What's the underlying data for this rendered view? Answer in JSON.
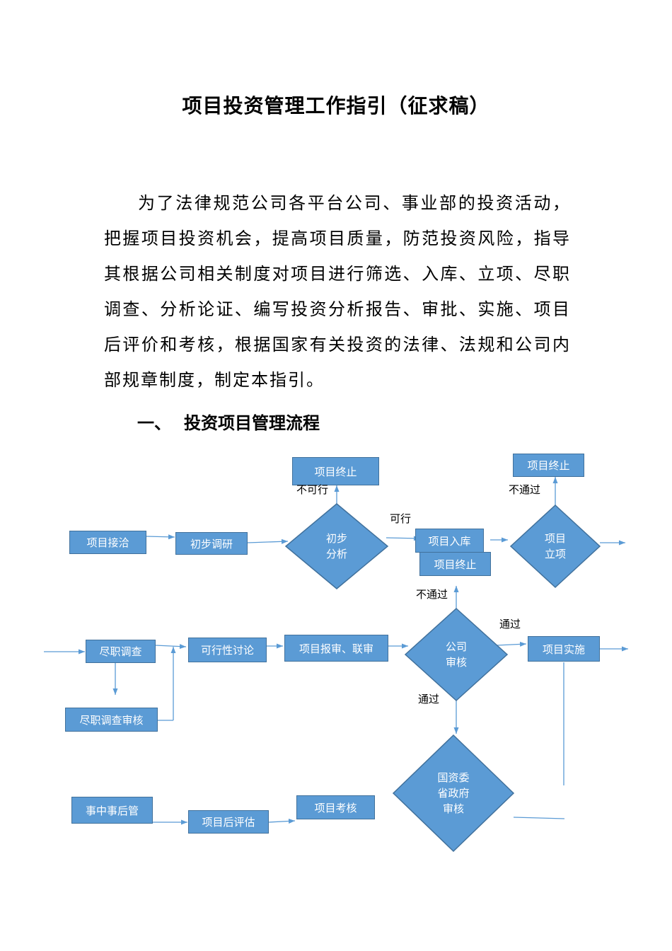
{
  "document": {
    "title": "项目投资管理工作指引（征求稿）",
    "paragraph": "为了法律规范公司各平台公司、事业部的投资活动，把握项目投资机会，提高项目质量，防范投资风险，指导其根据公司相关制度对项目进行筛选、入库、立项、尽职调查、分析论证、编写投资分析报告、审批、实施、项目后评价和考核，根据国家有关投资的法律、法规和公司内部规章制度，制定本指引。",
    "section_number": "一、",
    "section_title": "投资项目管理流程"
  },
  "colors": {
    "box_fill": "#5b9bd5",
    "box_border": "#41719c",
    "line": "#5b9bd5"
  },
  "flowchart": {
    "boxes": {
      "xiangmu_jieqia": "项目接洽",
      "chubu_diaoyan": "初步调研",
      "zhongzhi_top": "项目终止",
      "xiangmu_ruku": "项目入库",
      "zhongzhi_mid": "项目终止",
      "zhongzhi_right": "项目终止",
      "jinzhi_diaocha": "尽职调查",
      "jinzhi_shenhe": "尽职调查审核",
      "kexing_taolun": "可行性讨论",
      "baoshen_lianshen": "项目报审、联审",
      "xiangmu_shishi": "项目实施",
      "shizhong_shihou": "事中事后管",
      "houpinggu": "项目后评估",
      "kaohe": "项目考核"
    },
    "diamonds": {
      "chubu_fenxi": "初步\n分析",
      "xiangmu_lixiang": "项目\n立项",
      "gongsi_shenhe": "公司\n审核",
      "guozi_shenhe": "国资委\n省政府\n审核"
    },
    "labels": {
      "bukexing": "不可行",
      "kexing": "可行",
      "butongguo_lixiang": "不通过",
      "butongguo_gongsi": "不通过",
      "tongguo_right": "通过",
      "tongguo_down": "通过"
    }
  }
}
